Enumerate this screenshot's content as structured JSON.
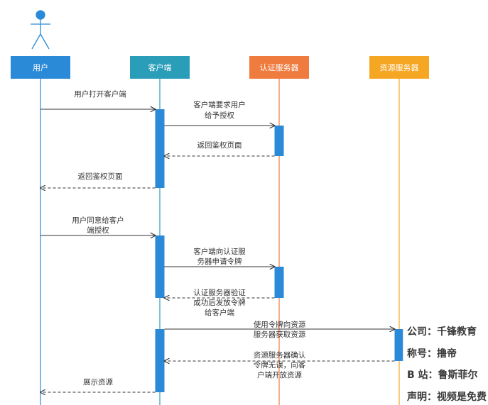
{
  "colors": {
    "user": "#2a8ad8",
    "client": "#2a9db8",
    "auth": "#f07b3f",
    "resource": "#f5a623",
    "activation": "#2a8ad8",
    "arrow": "#333333"
  },
  "participants": [
    {
      "id": "user",
      "label": "用户",
      "actor_icon": "stick-figure-icon"
    },
    {
      "id": "client",
      "label": "客户端"
    },
    {
      "id": "auth",
      "label": "认证服务器"
    },
    {
      "id": "resource",
      "label": "资源服务器"
    }
  ],
  "messages": [
    {
      "from": "user",
      "to": "client",
      "style": "solid",
      "lines": [
        "用户打开客户端"
      ]
    },
    {
      "from": "client",
      "to": "auth",
      "style": "solid",
      "lines": [
        "客户端要求用户",
        "给予授权"
      ]
    },
    {
      "from": "auth",
      "to": "client",
      "style": "dashed",
      "lines": [
        "返回鉴权页面"
      ]
    },
    {
      "from": "client",
      "to": "user",
      "style": "dashed",
      "lines": [
        "返回鉴权页面"
      ]
    },
    {
      "from": "user",
      "to": "client",
      "style": "solid",
      "lines": [
        "用户同意给客户",
        "端授权"
      ]
    },
    {
      "from": "client",
      "to": "auth",
      "style": "solid",
      "lines": [
        "客户端向认证服",
        "务器申请令牌"
      ]
    },
    {
      "from": "auth",
      "to": "client",
      "style": "dashed",
      "lines": [
        "认证服务器验证",
        "成功后发放令牌",
        "给客户端"
      ]
    },
    {
      "from": "client",
      "to": "resource",
      "style": "solid",
      "lines": [
        "使用令牌向资源",
        "服务器获取资源"
      ]
    },
    {
      "from": "resource",
      "to": "client",
      "style": "dashed",
      "lines": [
        "资源服务器确认",
        "令牌无误，向客",
        "户端开放资源"
      ]
    },
    {
      "from": "client",
      "to": "user",
      "style": "dashed",
      "lines": [
        "展示资源"
      ]
    }
  ],
  "watermark": {
    "company": "公司：千锋教育",
    "nickname": "称号：撸帝",
    "bilibili": "B 站：鲁斯菲尔",
    "statement": "声明：视频是免费"
  }
}
